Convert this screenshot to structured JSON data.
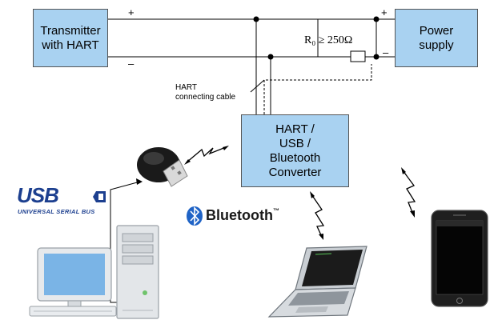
{
  "boxes": {
    "transmitter": [
      "Transmitter",
      "with HART"
    ],
    "power_supply": [
      "Power",
      "supply"
    ],
    "converter": [
      "HART /",
      "USB /",
      "Bluetooth",
      "Converter"
    ]
  },
  "labels": {
    "plus_left": "+",
    "minus_left": "–",
    "plus_right": "+",
    "minus_right": "–",
    "resistor": "R₀ ≥ 250Ω",
    "hart_cable": [
      "HART",
      "connecting cable"
    ],
    "usb_logo": "USB",
    "usb_sub": "UNIVERSAL SERIAL BUS",
    "bluetooth_logo": "Bluetooth",
    "bluetooth_tm": "™"
  },
  "colors": {
    "box_fill": "#a9d2f1",
    "line": "#000000",
    "usb_blue": "#1c3f8f",
    "bluetooth_blue": "#1f63c6",
    "screen_blue": "#7ab4e6"
  }
}
